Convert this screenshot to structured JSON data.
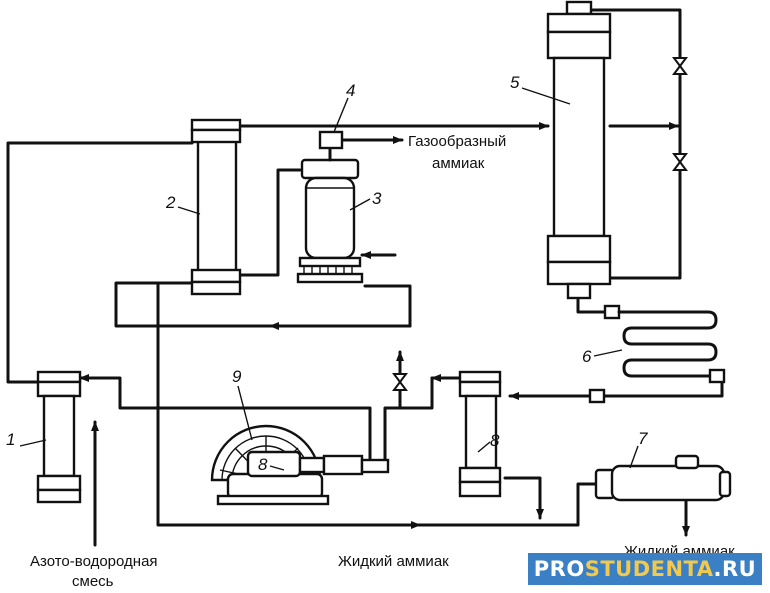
{
  "labels": {
    "n1": "1",
    "n2": "2",
    "n3": "3",
    "n4": "4",
    "n5": "5",
    "n6": "6",
    "n7": "7",
    "n8_left": "8",
    "n8_right": "8",
    "n9": "9"
  },
  "captions": {
    "gas_ammonia_line1": "Газообразный",
    "gas_ammonia_line2": "аммиак",
    "inlet_line1": "Азото-водородная",
    "inlet_line2": "смесь",
    "liquid_ammonia": "Жидкий аммиак",
    "liquid_ammonia_right": "Жидкий аммиак"
  },
  "watermark": {
    "part1": "PRO",
    "part2": "STUDENTA",
    "part3": ".RU"
  }
}
